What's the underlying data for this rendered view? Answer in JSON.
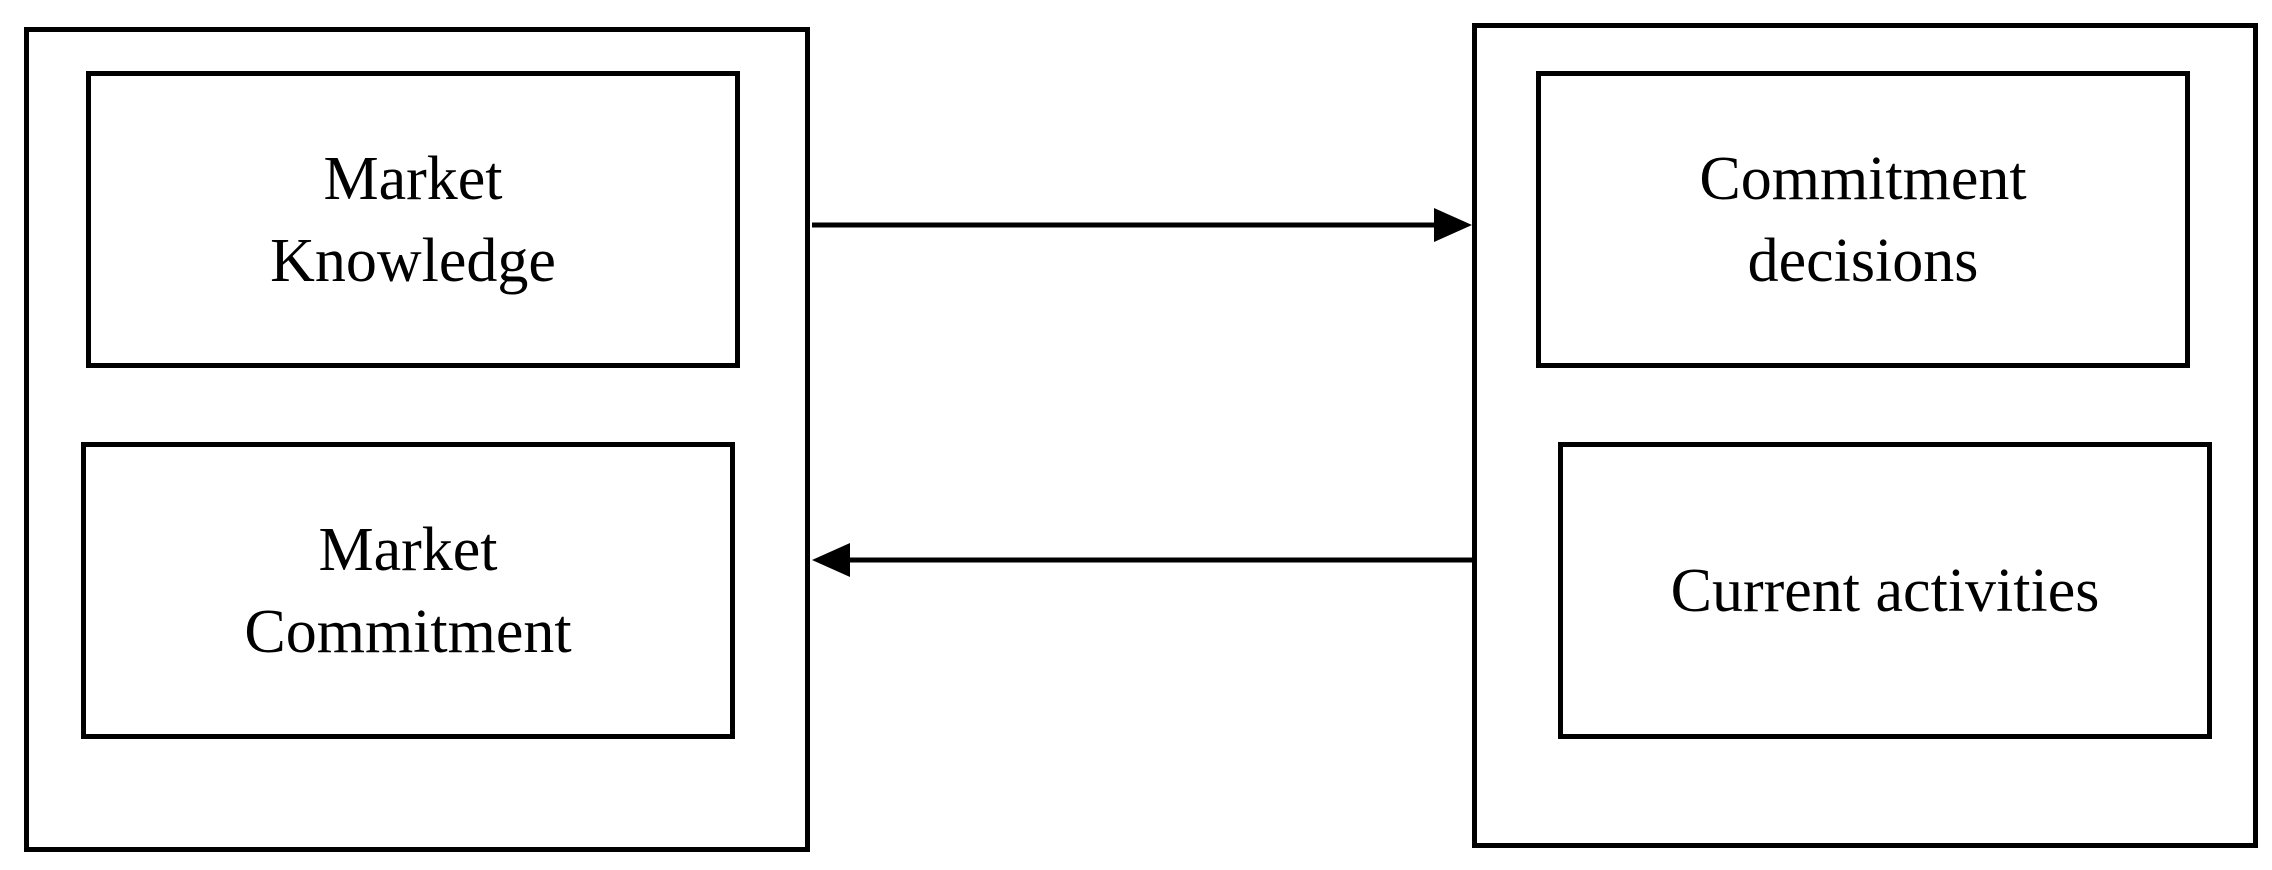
{
  "diagram": {
    "left_group": {
      "top_box": {
        "label": "Market\nKnowledge"
      },
      "bottom_box": {
        "label": "Market\nCommitment"
      }
    },
    "right_group": {
      "top_box": {
        "label": "Commitment\ndecisions"
      },
      "bottom_box": {
        "label": "Current activities"
      }
    },
    "colors": {
      "stroke": "#000000",
      "background": "#ffffff"
    }
  }
}
